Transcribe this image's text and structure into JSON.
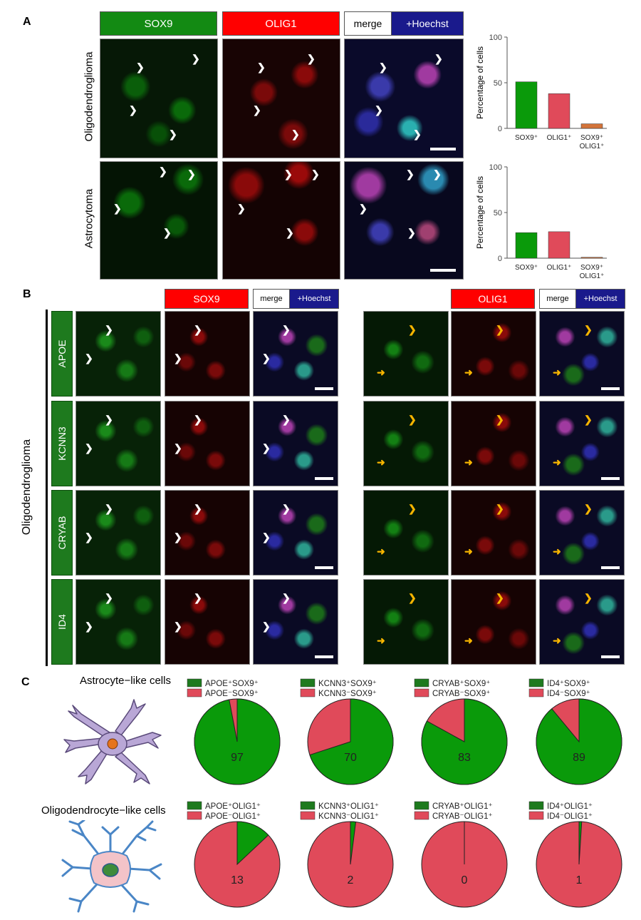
{
  "panels": {
    "a": "A",
    "b": "B",
    "c": "C"
  },
  "panel_a": {
    "headers": {
      "sox9": "SOX9",
      "olig1": "OLIG1",
      "merge": "merge",
      "hoechst": "+Hoechst"
    },
    "rows": [
      "Oligodendroglioma",
      "Astrocytoma"
    ]
  },
  "panel_b": {
    "tumor": "Oligodendroglioma",
    "headers_left": {
      "marker": "SOX9",
      "merge": "merge",
      "hoechst": "+Hoechst"
    },
    "headers_right": {
      "marker": "OLIG1",
      "merge": "merge",
      "hoechst": "+Hoechst"
    },
    "genes": [
      "APOE",
      "KCNN3",
      "CRYAB",
      "ID4"
    ]
  },
  "panel_c": {
    "astro_title": "Astrocyte−like cells",
    "oligo_title": "Oligodendrocyte−like cells"
  },
  "colors": {
    "green": "#0a9a0a",
    "red": "#e04a5a",
    "orange": "#d2733a",
    "dark_green": "#1e7a1e",
    "hdr_red": "#ff0000",
    "hdr_blue": "#1a1a8c"
  },
  "chart_data": [
    {
      "type": "bar",
      "categories": [
        "SOX9⁺",
        "OLIG1⁺",
        "SOX9⁺ OLIG1⁺"
      ],
      "values": [
        51,
        38,
        5
      ],
      "ylabel": "Percentage of cells",
      "ylim": [
        0,
        100
      ],
      "yticks": [
        "0",
        "50",
        "100"
      ]
    },
    {
      "type": "bar",
      "categories": [
        "SOX9⁺",
        "OLIG1⁺",
        "SOX9⁺ OLIG1⁺"
      ],
      "values": [
        28,
        29,
        1
      ],
      "ylabel": "Percentage of cells",
      "ylim": [
        0,
        100
      ],
      "yticks": [
        "0",
        "50",
        "100"
      ]
    },
    {
      "type": "pie",
      "legend": [
        "APOE⁺SOX9⁺",
        "APOE⁻SOX9⁺"
      ],
      "values": [
        97,
        3
      ],
      "label": "97"
    },
    {
      "type": "pie",
      "legend": [
        "KCNN3⁺SOX9⁺",
        "KCNN3⁻SOX9⁺"
      ],
      "values": [
        70,
        30
      ],
      "label": "70"
    },
    {
      "type": "pie",
      "legend": [
        "CRYAB⁺SOX9⁺",
        "CRYAB⁻SOX9⁺"
      ],
      "values": [
        83,
        17
      ],
      "label": "83"
    },
    {
      "type": "pie",
      "legend": [
        "ID4⁺SOX9⁺",
        "ID4⁻SOX9⁺"
      ],
      "values": [
        89,
        11
      ],
      "label": "89"
    },
    {
      "type": "pie",
      "legend": [
        "APOE⁺OLIG1⁺",
        "APOE⁻OLIG1⁺"
      ],
      "values": [
        13,
        87
      ],
      "label": "13"
    },
    {
      "type": "pie",
      "legend": [
        "KCNN3⁺OLIG1⁺",
        "KCNN3⁻OLIG1⁺"
      ],
      "values": [
        2,
        98
      ],
      "label": "2"
    },
    {
      "type": "pie",
      "legend": [
        "CRYAB⁺OLIG1⁺",
        "CRYAB⁻OLIG1⁺"
      ],
      "values": [
        0,
        100
      ],
      "label": "0"
    },
    {
      "type": "pie",
      "legend": [
        "ID4⁺OLIG1⁺",
        "ID4⁻OLIG1⁺"
      ],
      "values": [
        1,
        99
      ],
      "label": "1"
    }
  ]
}
